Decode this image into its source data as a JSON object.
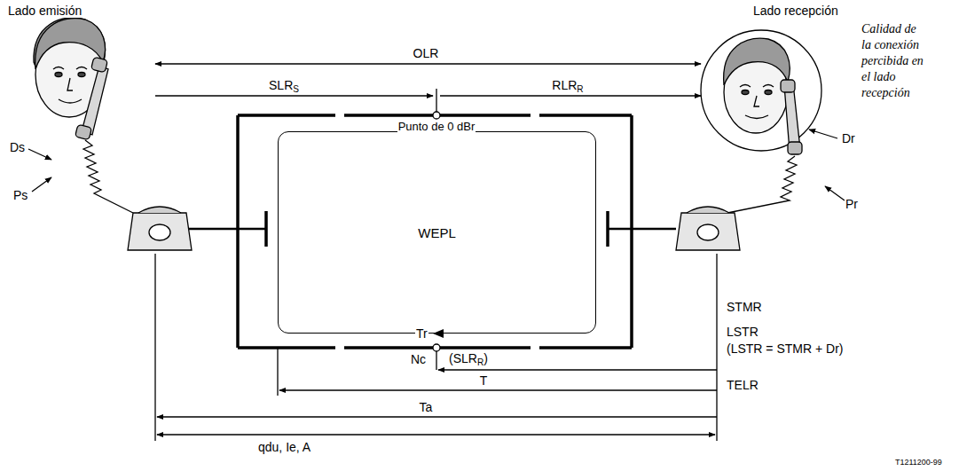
{
  "diagram": {
    "nodes": [
      {
        "text": [
          "WEPL"
        ]
      }
    ],
    "labels": [
      "Lado emisión",
      "Lado recepción",
      "Calidad de la conexión percibida en el lado recepción",
      "OLR",
      "SLRS",
      "RLRR",
      "Punto de 0 dBr",
      "Ds",
      "Ps",
      "Dr",
      "Pr",
      "Tr",
      "Nc",
      "STMR",
      "(SLRR)",
      "LSTR",
      "(LSTR = STMR + Dr)",
      "T",
      "TELR",
      "Ta",
      "qdu, Ie, A",
      "T1211200-99"
    ]
  }
}
